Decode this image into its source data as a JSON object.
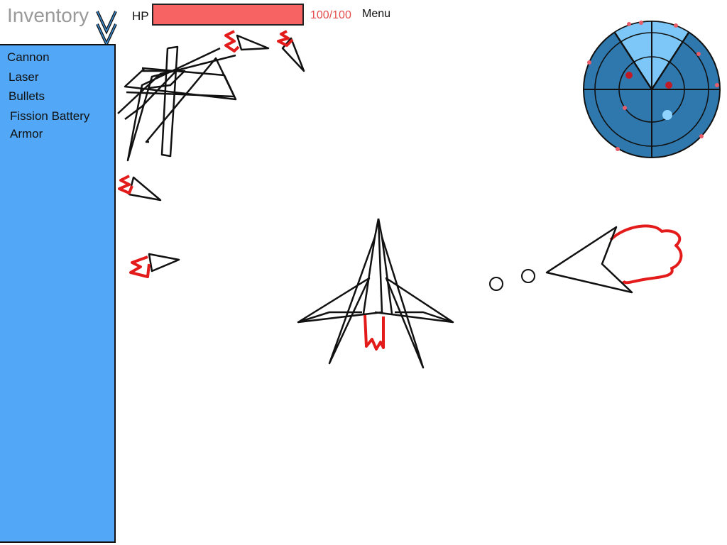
{
  "inventory": {
    "title": "Inventory",
    "items": [
      {
        "label": "Cannon"
      },
      {
        "label": "Laser"
      },
      {
        "label": "Bullets"
      },
      {
        "label": "Fission Battery"
      },
      {
        "label": "Armor"
      }
    ]
  },
  "status": {
    "hp_label": "HP",
    "hp_text": "100/100",
    "hp_current": 100,
    "hp_max": 100,
    "menu_label": "Menu"
  },
  "colors": {
    "panel": "#52a7f7",
    "hp_bar": "#f76262",
    "hp_text": "#e34b4b",
    "radar_base": "#2e78ad",
    "radar_sweep": "#7cc7f7",
    "enemy_blip": "#c01c28",
    "thruster": "#e31b1b"
  },
  "icons": {
    "collapse": "double-chevron-down-icon"
  }
}
